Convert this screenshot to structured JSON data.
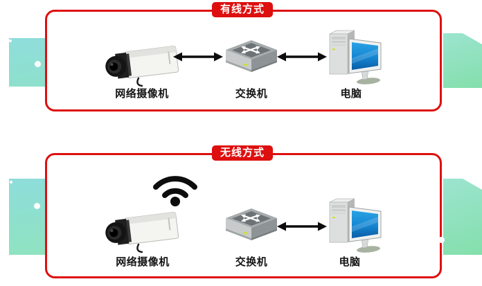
{
  "diagram": {
    "sections": [
      {
        "title": "有线方式",
        "nodes": [
          {
            "id": "camera",
            "label": "网络摄像机"
          },
          {
            "id": "switch",
            "label": "交换机"
          },
          {
            "id": "pc",
            "label": "电脑"
          }
        ],
        "links": [
          {
            "from": "camera",
            "to": "switch",
            "type": "wired-double-arrow"
          },
          {
            "from": "switch",
            "to": "pc",
            "type": "wired-double-arrow"
          }
        ]
      },
      {
        "title": "无线方式",
        "nodes": [
          {
            "id": "camera",
            "label": "网络摄像机",
            "wireless_signal": true
          },
          {
            "id": "switch",
            "label": "交换机"
          },
          {
            "id": "pc",
            "label": "电脑"
          }
        ],
        "links": [
          {
            "from": "camera",
            "to": "switch",
            "type": "wireless-wifi"
          },
          {
            "from": "switch",
            "to": "pc",
            "type": "wired-double-arrow"
          }
        ]
      }
    ],
    "icons": [
      "ip-camera-icon",
      "switch-icon",
      "computer-icon",
      "wifi-signal-icon",
      "double-arrow-icon"
    ],
    "colors": {
      "accent_red": "#de0f0f",
      "badge_text": "#ffffff",
      "panel_background": "#ffffff",
      "label_text": "#151515",
      "bg_teal": "#8edddb",
      "bg_green": "#84dfab",
      "monitor_screen_blue": "#1586d2",
      "led_yellow_green": "#cfdd3f"
    }
  }
}
